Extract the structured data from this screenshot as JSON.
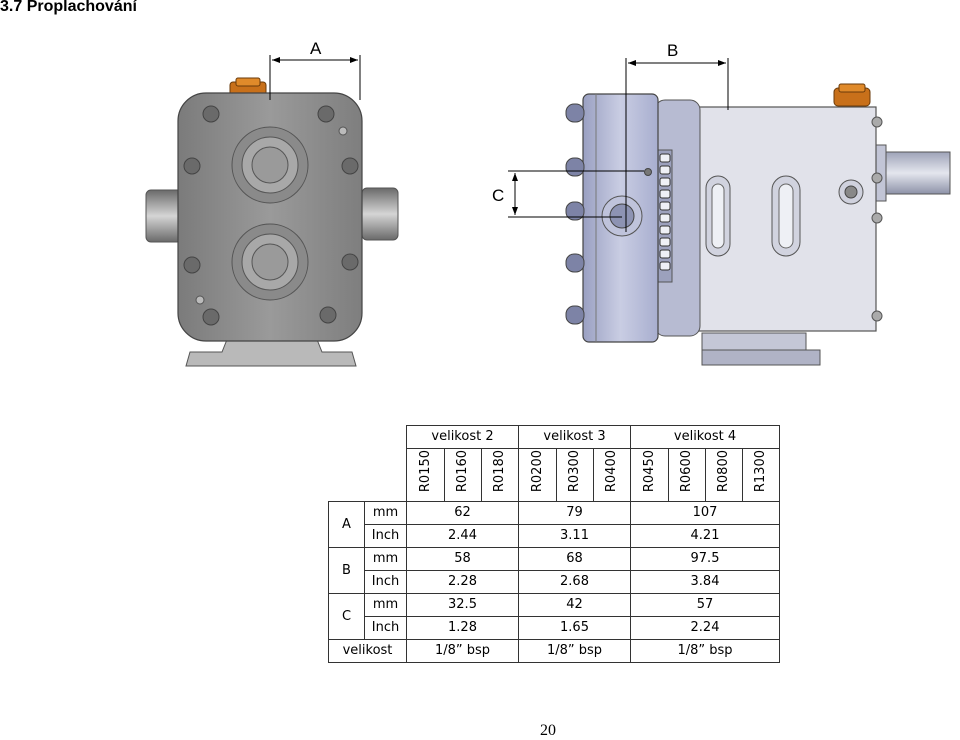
{
  "heading": "3.7 Proplachování",
  "dimension_labels": {
    "A": "A",
    "B": "B",
    "C": "C"
  },
  "table": {
    "groups": [
      "velikost 2",
      "velikost 3",
      "velikost 4"
    ],
    "models": [
      "R0150",
      "R0160",
      "R0180",
      "R0200",
      "R0300",
      "R0400",
      "R0450",
      "R0600",
      "R0800",
      "R1300"
    ],
    "rows": [
      {
        "param": "A",
        "unit": "mm",
        "values": [
          "62",
          "79",
          "107"
        ]
      },
      {
        "param": "A",
        "unit": "Inch",
        "values": [
          "2.44",
          "3.11",
          "4.21"
        ]
      },
      {
        "param": "B",
        "unit": "mm",
        "values": [
          "58",
          "68",
          "97.5"
        ]
      },
      {
        "param": "B",
        "unit": "Inch",
        "values": [
          "2.28",
          "2.68",
          "3.84"
        ]
      },
      {
        "param": "C",
        "unit": "mm",
        "values": [
          "32.5",
          "42",
          "57"
        ]
      },
      {
        "param": "C",
        "unit": "Inch",
        "values": [
          "1.28",
          "1.65",
          "2.24"
        ]
      }
    ],
    "footer": {
      "label": "velikost",
      "values": [
        "1/8” bsp",
        "1/8” bsp",
        "1/8” bsp"
      ]
    }
  },
  "page_number": "20",
  "colors": {
    "front_body": "#8e8e8e",
    "side_body": "#dcdde6",
    "cover": "#b8bdd6",
    "knob": "#d27a1e"
  }
}
